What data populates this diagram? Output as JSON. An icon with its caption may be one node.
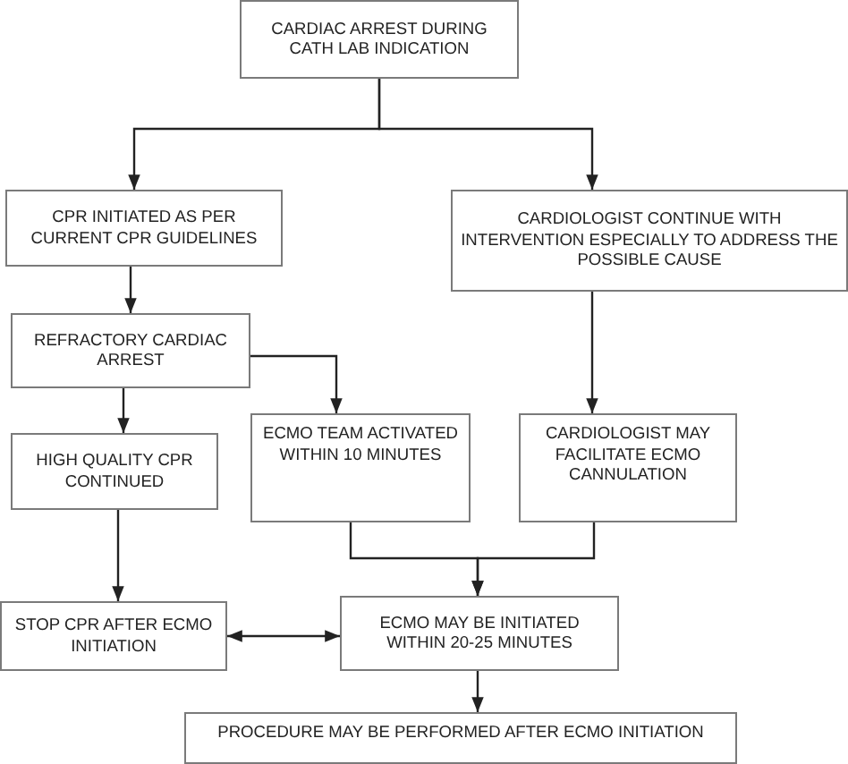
{
  "diagram": {
    "nodes": [
      {
        "text": [
          "CARDIAC ARREST DURING CATH LAB INDICATION"
        ]
      },
      {
        "text": [
          "CPR INITIATED AS PER CURRENT CPR GUIDELINES"
        ]
      },
      {
        "text": [
          "CARDIOLOGIST CONTINUE WITH INTERVENTION ESPECIALLY TO ADDRESS THE POSSIBLE CAUSE"
        ]
      },
      {
        "text": [
          "REFRACTORY CARDIAC ARREST"
        ]
      },
      {
        "text": [
          "HIGH QUALITY CPR CONTINUED"
        ]
      },
      {
        "text": [
          "ECMO TEAM ACTIVATED WITHIN 10 MINUTES"
        ]
      },
      {
        "text": [
          "CARDIOLOGIST MAY FACILITATE ECMO CANNULATION"
        ]
      },
      {
        "text": [
          "STOP CPR AFTER ECMO INITIATION"
        ]
      },
      {
        "text": [
          "ECMO MAY BE INITIATED WITHIN 20-25 MINUTES"
        ]
      },
      {
        "text": [
          "PROCEDURE MAY BE PERFORMED AFTER ECMO INITIATION"
        ]
      }
    ],
    "edges": [
      {
        "from": 0,
        "to": 1,
        "arrow": "to"
      },
      {
        "from": 0,
        "to": 2,
        "arrow": "to"
      },
      {
        "from": 1,
        "to": 3,
        "arrow": "to"
      },
      {
        "from": 3,
        "to": 5,
        "arrow": "to"
      },
      {
        "from": 2,
        "to": 6,
        "arrow": "to"
      },
      {
        "from": 3,
        "to": 4,
        "arrow": "to"
      },
      {
        "from": 4,
        "to": 7,
        "arrow": "to"
      },
      {
        "from": 5,
        "to": 8,
        "arrow": "to"
      },
      {
        "from": 6,
        "to": 8,
        "arrow": "to"
      },
      {
        "from": 7,
        "to": 8,
        "arrow": "both"
      },
      {
        "from": 8,
        "to": 9,
        "arrow": "to"
      }
    ]
  }
}
